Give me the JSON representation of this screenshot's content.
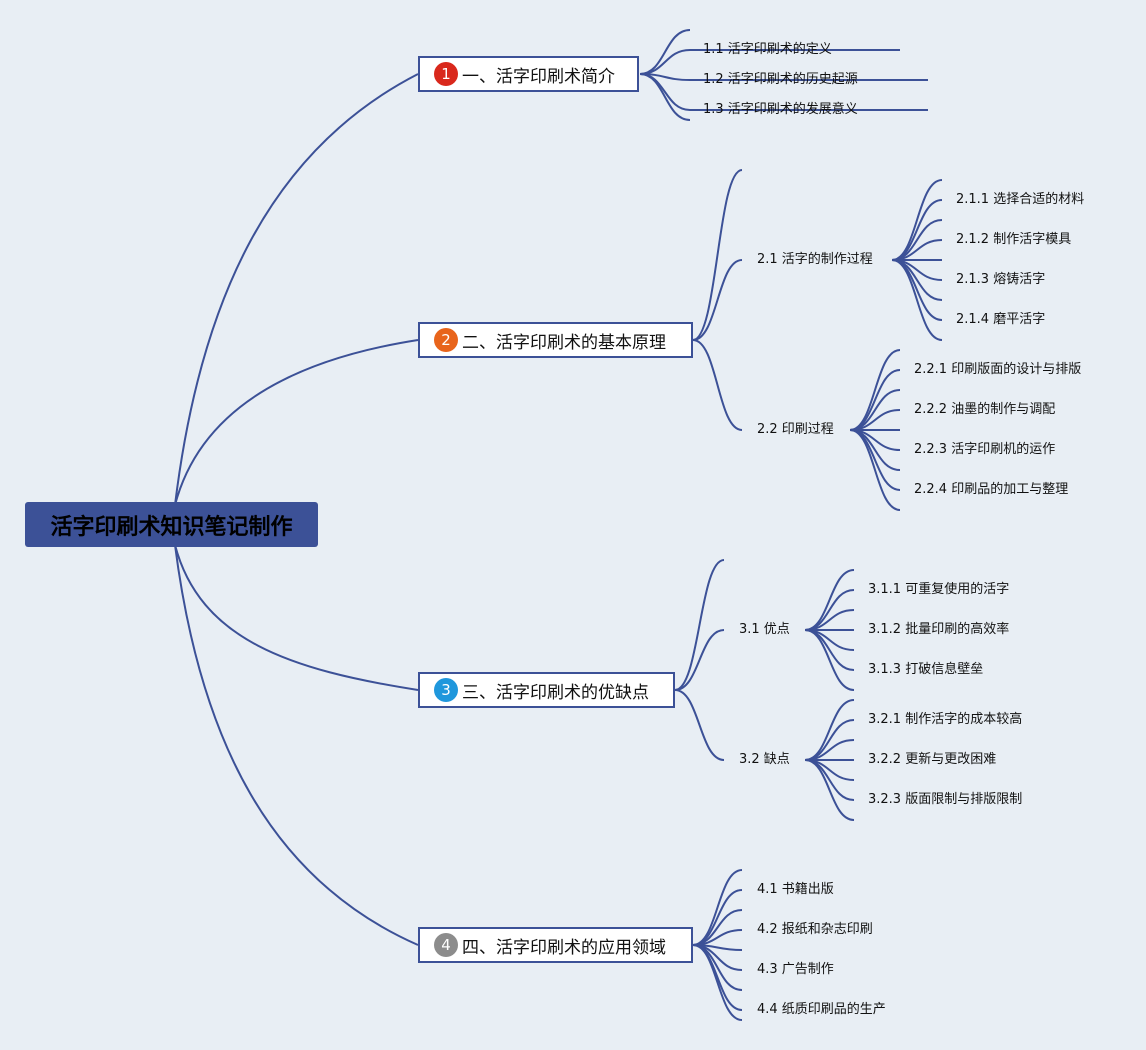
{
  "root": "活字印刷术知识笔记制作",
  "colors": {
    "line": "#3c5197",
    "root_bg": "#3c5197",
    "badge1": "#d9281c",
    "badge2": "#e8641b",
    "badge3": "#1f97dc",
    "badge4": "#8c8c8c"
  },
  "topics": [
    {
      "num": "1",
      "label": "一、活字印刷术简介",
      "children": [
        {
          "label": "1.1 活字印刷术的定义"
        },
        {
          "label": "1.2 活字印刷术的历史起源"
        },
        {
          "label": "1.3 活字印刷术的发展意义"
        }
      ]
    },
    {
      "num": "2",
      "label": "二、活字印刷术的基本原理",
      "children": [
        {
          "label": "2.1 活字的制作过程",
          "children": [
            "2.1.1 选择合适的材料",
            "2.1.2 制作活字模具",
            "2.1.3 熔铸活字",
            "2.1.4 磨平活字"
          ]
        },
        {
          "label": "2.2 印刷过程",
          "children": [
            "2.2.1 印刷版面的设计与排版",
            "2.2.2 油墨的制作与调配",
            "2.2.3 活字印刷机的运作",
            "2.2.4 印刷品的加工与整理"
          ]
        }
      ]
    },
    {
      "num": "3",
      "label": "三、活字印刷术的优缺点",
      "children": [
        {
          "label": "3.1 优点",
          "children": [
            "3.1.1 可重复使用的活字",
            "3.1.2 批量印刷的高效率",
            "3.1.3 打破信息壁垒"
          ]
        },
        {
          "label": "3.2 缺点",
          "children": [
            "3.2.1 制作活字的成本较高",
            "3.2.2 更新与更改困难",
            "3.2.3 版面限制与排版限制"
          ]
        }
      ]
    },
    {
      "num": "4",
      "label": "四、活字印刷术的应用领域",
      "children": [
        {
          "label": "4.1 书籍出版"
        },
        {
          "label": "4.2 报纸和杂志印刷"
        },
        {
          "label": "4.3 广告制作"
        },
        {
          "label": "4.4 纸质印刷品的生产"
        }
      ]
    }
  ]
}
